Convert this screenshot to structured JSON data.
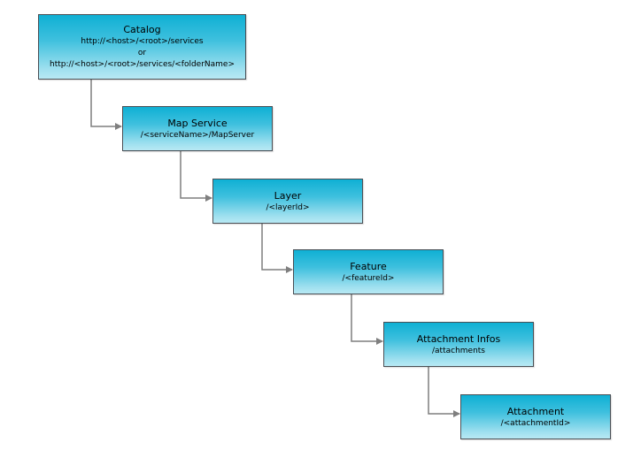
{
  "nodes": [
    {
      "id": "catalog",
      "title": "Catalog",
      "lines": [
        "http://<host>/<root>/services",
        "or",
        "http://<host>/<root>/services/<folderName>"
      ]
    },
    {
      "id": "map-service",
      "title": "Map Service",
      "lines": [
        "/<serviceName>/MapServer"
      ]
    },
    {
      "id": "layer",
      "title": "Layer",
      "lines": [
        "/<layerId>"
      ]
    },
    {
      "id": "feature",
      "title": "Feature",
      "lines": [
        "/<featureId>"
      ]
    },
    {
      "id": "attachment-infos",
      "title": "Attachment Infos",
      "lines": [
        "/attachments"
      ]
    },
    {
      "id": "attachment",
      "title": "Attachment",
      "lines": [
        "/<attachmentId>"
      ]
    }
  ],
  "colors": {
    "box_top": "#0fb0d4",
    "box_bottom": "#b8e9f4",
    "border": "#4a4f55",
    "connector": "#7f7f7f"
  }
}
